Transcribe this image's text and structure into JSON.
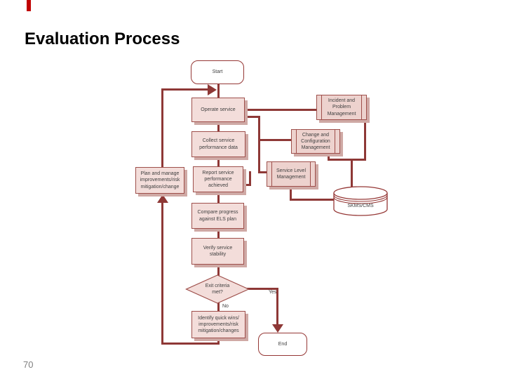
{
  "slide": {
    "title": "Evaluation Process",
    "page_number": "70"
  },
  "flowchart": {
    "nodes": {
      "start": "Start",
      "operate": "Operate service",
      "collect": "Collect service\nperformance data",
      "report": "Report service\nperformance\nachieved",
      "compare": "Compare progress\nagainst ELS plan",
      "verify": "Verify service\nstability",
      "exit_decision": "Exit criteria\nmet?",
      "identify": "Identify quick wins/\nimprovements/risk\nmitigation/changes",
      "end": "End",
      "plan": "Plan and manage\nimprovements/risk\nmitigation/change",
      "incident": "Incident and\nProblem\nManagement",
      "change": "Change and\nConfiguration\nManagement",
      "slm": "Service Level\nManagement",
      "skms": "SKMS/CMS"
    },
    "branch_labels": {
      "yes": "Yes",
      "no": "No"
    },
    "colors": {
      "flow_line": "#8e3836",
      "box_border": "#9e4f4b",
      "box_fill": "#f3ddda",
      "mgmt_fill": "#edd2ce",
      "shadow": "#cfa9a5",
      "accent_mark": "#c00000",
      "title_color": "#000000",
      "page_number_color": "#808080"
    }
  }
}
